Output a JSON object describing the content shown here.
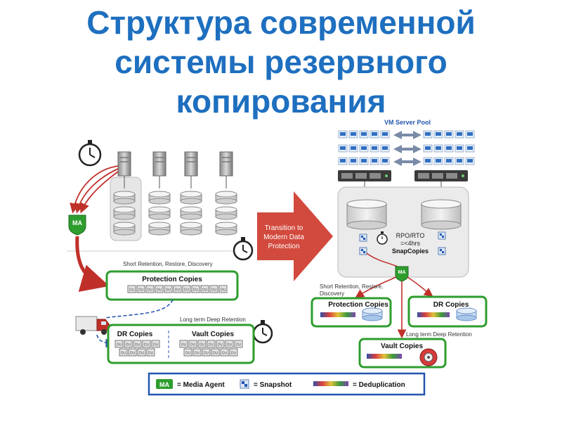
{
  "title": {
    "line1": "Структура современной",
    "line2": "системы резервного",
    "line3": "копирования"
  },
  "left": {
    "ma_label": "MA",
    "short_retention": "Short Retention, Restore, Discovery",
    "protection_copies": "Protection Copies",
    "long_term": "Long term Deep Retention",
    "dr_copies": "DR Copies",
    "vault_copies": "Vault Copies",
    "dedup_chip": "DU"
  },
  "arrow": {
    "line1": "Transition to",
    "line2": "Modern Data",
    "line3": "Protection"
  },
  "right": {
    "pool_title": "VM Server Pool",
    "rpo_line1": "RPO/RTO",
    "rpo_line2": "=<4hrs",
    "snapcopies": "SnapCopies",
    "ma_label": "MA",
    "short_retention_1": "Short Retention, Restore,",
    "short_retention_2": "Discovery",
    "protection_copies": "Protection Copies",
    "dr_copies": "DR Copies",
    "long_term": "Long term Deep Retention",
    "vault_copies": "Vault Copies"
  },
  "legend": {
    "ma_chip": "MA",
    "media_agent": "= Media Agent",
    "snapshot": "= Snapshot",
    "deduplication": "= Deduplication"
  },
  "colors": {
    "title": "#1e6fbf",
    "green": "#2e9d2e",
    "red_arrow": "#c0302a",
    "transition_arrow": "#d24a3e",
    "dashed_blue": "#2456b0"
  }
}
